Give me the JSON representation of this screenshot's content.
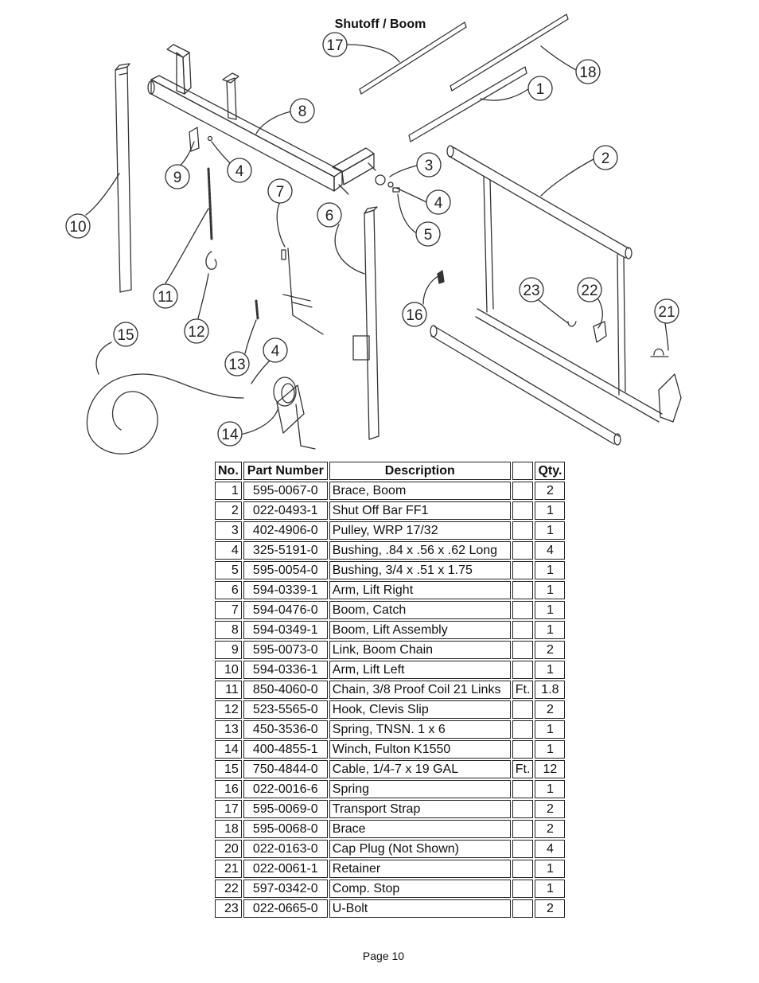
{
  "page_title": "Shutoff / Boom",
  "callouts": [
    "17",
    "18",
    "1",
    "8",
    "2",
    "3",
    "4",
    "9",
    "4",
    "5",
    "7",
    "6",
    "10",
    "11",
    "12",
    "16",
    "23",
    "22",
    "21",
    "15",
    "13",
    "4",
    "14"
  ],
  "table": {
    "headers": [
      "No.",
      "Part Number",
      "Description",
      "",
      "Qty."
    ],
    "rows": [
      {
        "no": "1",
        "part": "595-0067-0",
        "desc": "Brace, Boom",
        "unit": "",
        "qty": "2"
      },
      {
        "no": "2",
        "part": "022-0493-1",
        "desc": "Shut Off Bar FF1",
        "unit": "",
        "qty": "1"
      },
      {
        "no": "3",
        "part": "402-4906-0",
        "desc": "Pulley, WRP 17/32",
        "unit": "",
        "qty": "1"
      },
      {
        "no": "4",
        "part": "325-5191-0",
        "desc": "Bushing, .84 x .56 x .62 Long",
        "unit": "",
        "qty": "4"
      },
      {
        "no": "5",
        "part": "595-0054-0",
        "desc": "Bushing, 3/4 x .51 x 1.75",
        "unit": "",
        "qty": "1"
      },
      {
        "no": "6",
        "part": "594-0339-1",
        "desc": "Arm, Lift Right",
        "unit": "",
        "qty": "1"
      },
      {
        "no": "7",
        "part": "594-0476-0",
        "desc": "Boom, Catch",
        "unit": "",
        "qty": "1"
      },
      {
        "no": "8",
        "part": "594-0349-1",
        "desc": "Boom, Lift Assembly",
        "unit": "",
        "qty": "1"
      },
      {
        "no": "9",
        "part": "595-0073-0",
        "desc": "Link, Boom Chain",
        "unit": "",
        "qty": "2"
      },
      {
        "no": "10",
        "part": "594-0336-1",
        "desc": "Arm, Lift Left",
        "unit": "",
        "qty": "1"
      },
      {
        "no": "11",
        "part": "850-4060-0",
        "desc": "Chain, 3/8 Proof Coil 21 Links",
        "unit": "Ft.",
        "qty": "1.8"
      },
      {
        "no": "12",
        "part": "523-5565-0",
        "desc": "Hook, Clevis Slip",
        "unit": "",
        "qty": "2"
      },
      {
        "no": "13",
        "part": "450-3536-0",
        "desc": "Spring, TNSN. 1 x 6",
        "unit": "",
        "qty": "1"
      },
      {
        "no": "14",
        "part": "400-4855-1",
        "desc": "Winch, Fulton K1550",
        "unit": "",
        "qty": "1"
      },
      {
        "no": "15",
        "part": "750-4844-0",
        "desc": "Cable, 1/4-7 x 19 GAL",
        "unit": "Ft.",
        "qty": "12"
      },
      {
        "no": "16",
        "part": "022-0016-6",
        "desc": " Spring",
        "unit": "",
        "qty": "1"
      },
      {
        "no": "17",
        "part": "595-0069-0",
        "desc": "Transport Strap",
        "unit": "",
        "qty": "2"
      },
      {
        "no": "18",
        "part": "595-0068-0",
        "desc": "Brace",
        "unit": "",
        "qty": "2"
      },
      {
        "no": "20",
        "part": "022-0163-0",
        "desc": "Cap Plug (Not Shown)",
        "unit": "",
        "qty": "4"
      },
      {
        "no": "21",
        "part": "022-0061-1",
        "desc": "Retainer",
        "unit": "",
        "qty": "1"
      },
      {
        "no": "22",
        "part": "597-0342-0",
        "desc": "Comp. Stop",
        "unit": "",
        "qty": "1"
      },
      {
        "no": "23",
        "part": "022-0665-0",
        "desc": "U-Bolt",
        "unit": "",
        "qty": "2"
      }
    ]
  },
  "footer": "Page 10"
}
